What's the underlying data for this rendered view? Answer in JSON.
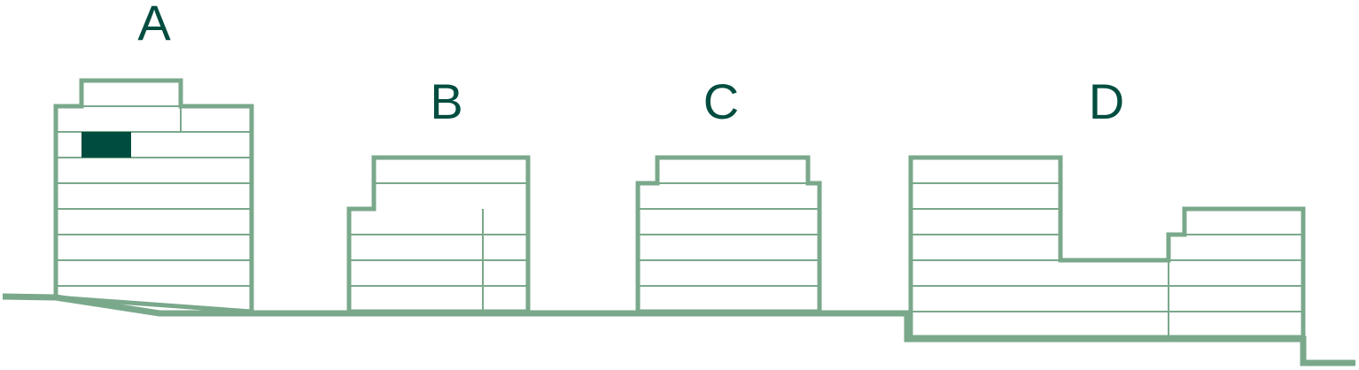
{
  "colors": {
    "line": "#7aa88b",
    "accent": "#004d40",
    "background": "#ffffff"
  },
  "buildings": [
    {
      "id": "A",
      "label": "A",
      "highlighted_unit": true
    },
    {
      "id": "B",
      "label": "B"
    },
    {
      "id": "C",
      "label": "C"
    },
    {
      "id": "D",
      "label": "D"
    }
  ]
}
